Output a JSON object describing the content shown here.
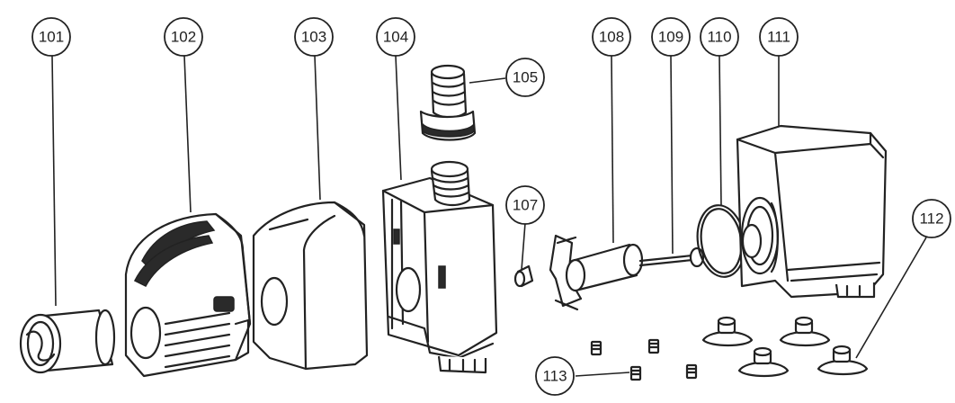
{
  "callouts": [
    {
      "id": "p101",
      "label": "101"
    },
    {
      "id": "p102",
      "label": "102"
    },
    {
      "id": "p103",
      "label": "103"
    },
    {
      "id": "p104",
      "label": "104"
    },
    {
      "id": "p105",
      "label": "105"
    },
    {
      "id": "p107",
      "label": "107"
    },
    {
      "id": "p108",
      "label": "108"
    },
    {
      "id": "p109",
      "label": "109"
    },
    {
      "id": "p110",
      "label": "110"
    },
    {
      "id": "p111",
      "label": "111"
    },
    {
      "id": "p112",
      "label": "112"
    },
    {
      "id": "p113",
      "label": "113"
    }
  ]
}
